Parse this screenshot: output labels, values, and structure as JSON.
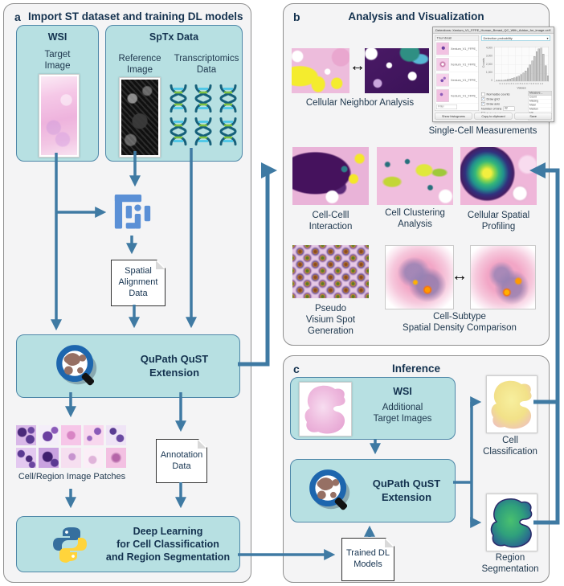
{
  "colors": {
    "arrow": "#3f7aa3",
    "teal_fill": "#b7e0e2",
    "teal_border": "#4e87a8",
    "navy": "#14324f",
    "panel_bg": "#f4f4f5"
  },
  "icons": {
    "double_arrow": "↔",
    "dropdown_caret": "▾"
  },
  "panel_a": {
    "tag": "a",
    "title": "Import ST dataset and training DL models",
    "wsi_box": {
      "title": "WSI",
      "image_label": "Target\nImage"
    },
    "sptx_box": {
      "title": "SpTx Data",
      "reference_label": "Reference\nImage",
      "transcriptomics_label": "Transcriptomics\nData"
    },
    "spatial_doc": "Spatial\nAlignment\nData",
    "qupath_box": "QuPath QuST\nExtension",
    "patches_label": "Cell/Region Image Patches",
    "annotation_doc": "Annotation\nData",
    "dl_box": "Deep Learning\nfor Cell Classification\nand Region Segmentation"
  },
  "panel_b": {
    "tag": "b",
    "title": "Analysis and Visualization",
    "labels": {
      "cellular_neighbor": "Cellular Neighbor Analysis",
      "single_cell": "Single-Cell Measurements",
      "cell_cell": "Cell-Celll\nInteraction",
      "clustering": "Cell Clustering\nAnalysis",
      "profiling": "Cellular Spatial\nProfiling",
      "pseudo": "Pseudo\nVisium Spot\nGeneration",
      "subtype": "Cell-Subtype\nSpatial Density Comparison"
    },
    "dialog": {
      "title": "Detections: Xenium_V1_FFPE_Human_Breast_QC_With_Addon_for_image.ome.t...",
      "close": "✕",
      "thumb_header": "Thumbnail",
      "thumbnails": [
        {
          "label": "Xenium_V1_FFPE_H..."
        },
        {
          "label": "Xenium_V1_FFPE_H..."
        },
        {
          "label": "Xenium_V1_FFPE_H..."
        },
        {
          "label": "Xenium_V1_FFPE_H..."
        }
      ],
      "filter": "Filter",
      "dropdown": "Detection probability",
      "ylabel": "Counts",
      "xlabel": "Values",
      "yticks": [
        "4,000",
        "3,000",
        "2,000",
        "1,000",
        "0"
      ],
      "xticks": "0.1 0.2 0.3 0.4 0.5 0.6 0.7 0.8 0.9 1.0",
      "histogram": [
        2,
        2,
        3,
        3,
        4,
        5,
        6,
        8,
        10,
        12,
        15,
        19,
        24,
        31,
        39,
        49,
        61,
        75,
        89,
        98,
        100,
        82,
        46,
        16
      ],
      "checkboxes": [
        {
          "mark": "",
          "label": "Normalize counts"
        },
        {
          "mark": "✓",
          "label": "Draw grid"
        },
        {
          "mark": "✓",
          "label": "Draw axis"
        }
      ],
      "bins_label": "Number of bins",
      "bins_value": "32",
      "animate": {
        "mark": "",
        "label": "Animate changes"
      },
      "stats_header": "Measure...",
      "stats": [
        {
          "k": "Count",
          "v": ""
        },
        {
          "k": "Missing",
          "v": ""
        },
        {
          "k": "Mean",
          "v": ""
        },
        {
          "k": "Median",
          "v": ""
        },
        {
          "k": "Min",
          "v": ""
        },
        {
          "k": "Max",
          "v": ""
        }
      ],
      "buttons": {
        "histograms": "Show histograms",
        "copy": "Copy to clipboard",
        "save": "Save"
      }
    }
  },
  "panel_c": {
    "tag": "c",
    "title": "Inference",
    "wsi_box": {
      "title": "WSI",
      "label": "Additional\nTarget Images"
    },
    "qupath_box": "QuPath QuST\nExtension",
    "trained_doc": "Trained DL\nModels",
    "cell_classification": "Cell\nClassification",
    "region_segmentation": "Region\nSegmentation"
  }
}
